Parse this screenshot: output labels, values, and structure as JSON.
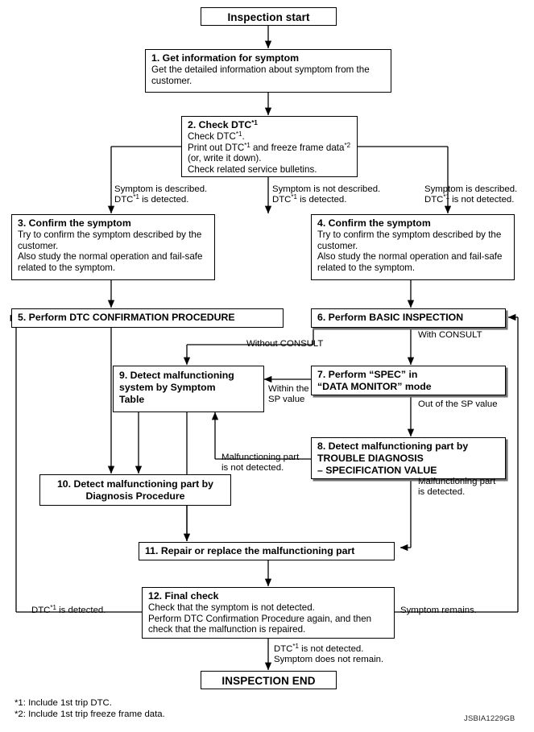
{
  "figure": {
    "code": "JSBIA1229GB",
    "type": "flowchart",
    "title": "Diagnostic work flow"
  },
  "nodes": {
    "start": {
      "label": "Inspection start"
    },
    "n1": {
      "title": "1. Get information for symptom",
      "body": "Get the detailed information about symptom from the\ncustomer."
    },
    "n2": {
      "title": "2. Check DTC*1",
      "body": "Check DTC*1.\nPrint out DTC*1 and freeze frame data*2\n(or, write it down).\nCheck related service bulletins."
    },
    "n3": {
      "title": "3. Confirm the symptom",
      "body": "Try to confirm the symptom described by the\ncustomer.\nAlso study the normal operation and fail-safe\nrelated to the symptom."
    },
    "n4": {
      "title": "4. Confirm the symptom",
      "body": "Try to confirm the symptom described by the\ncustomer.\nAlso study the normal operation and fail-safe\nrelated to the symptom."
    },
    "n5": {
      "title": "5. Perform DTC CONFIRMATION PROCEDURE"
    },
    "n6": {
      "title": "6. Perform BASIC INSPECTION"
    },
    "n7": {
      "title": "7. Perform “SPEC” in\n    “DATA MONITOR” mode"
    },
    "n8": {
      "title": "8. Detect malfunctioning part by\n    TROUBLE DIAGNOSIS\n    – SPECIFICATION VALUE"
    },
    "n9": {
      "title": "9. Detect malfunctioning\n    system by Symptom\n    Table"
    },
    "n10": {
      "title": "10. Detect malfunctioning part by\nDiagnosis Procedure"
    },
    "n11": {
      "title": "11. Repair or replace the malfunctioning part"
    },
    "n12": {
      "title": "12. Final check",
      "body": "Check that the symptom is not detected.\nPerform DTC Confirmation Procedure again, and then\ncheck that the malfunction is repaired."
    },
    "end": {
      "label": "INSPECTION END"
    }
  },
  "edge_labels": {
    "left_branch": "Symptom is described.\nDTC*1 is detected.",
    "middle_branch": "Symptom is not described.\nDTC*1 is detected.",
    "right_branch": "Symptom is described.\nDTC*1 is not detected.",
    "without_consult": "Without CONSULT",
    "with_consult": "With CONSULT",
    "within_sp": "Within the\nSP value",
    "out_of_sp": "Out of the SP value",
    "part_detected": "Malfunctioning part\nis detected.",
    "part_not_detected": "Malfunctioning part\nis not detected.",
    "dtc_detected": "DTC*1 is detected.",
    "symptom_remains": "Symptom remains.",
    "final_ok": "DTC*1 is not detected.\nSymptom does not remain."
  },
  "footnotes": "*1: Include 1st trip DTC.\n*2: Include 1st trip freeze frame data."
}
